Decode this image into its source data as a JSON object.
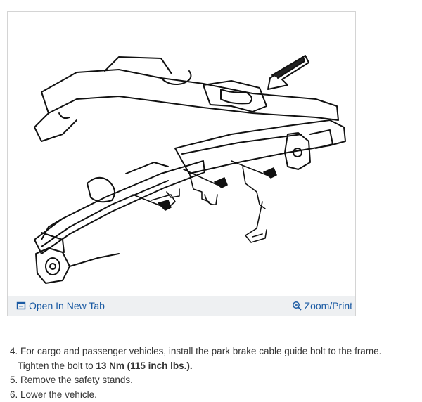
{
  "figure": {
    "open_tab_label": "Open In New Tab",
    "zoom_label": "Zoom/Print",
    "link_color": "#1a5aa3",
    "footer_bg": "#eef0f2"
  },
  "steps": [
    {
      "number": "4.",
      "text": "For cargo and passenger vehicles, install the park brake cable guide bolt to the frame.",
      "line2_prefix": "Tighten the bolt to ",
      "line2_bold": "13 Nm (115 inch lbs.)",
      "line2_suffix": "."
    },
    {
      "number": "5.",
      "text": "Remove the safety stands."
    },
    {
      "number": "6.",
      "text": "Lower the vehicle."
    }
  ]
}
